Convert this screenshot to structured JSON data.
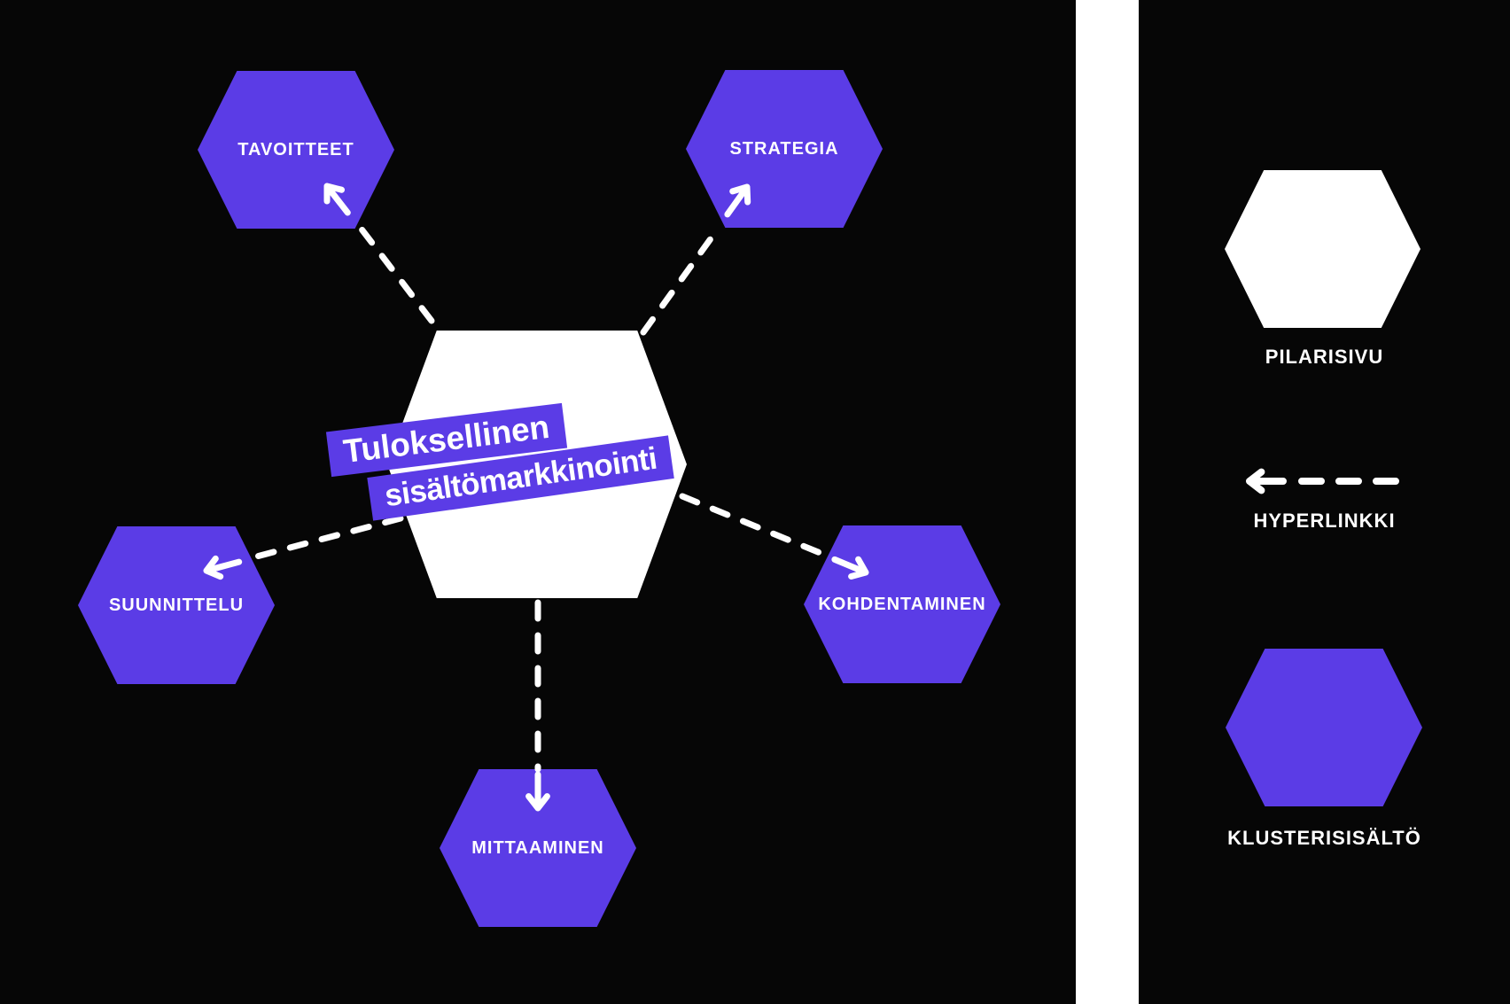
{
  "colors": {
    "accent": "#5b3ce6",
    "panel_background": "#060606",
    "hub_fill": "#ffffff",
    "connector": "#ffffff"
  },
  "diagram": {
    "hub": {
      "line1": "Tuloksellinen",
      "line2": "sisältömarkkinointi"
    },
    "nodes": [
      {
        "id": "tavoitteet",
        "label": "TAVOITTEET"
      },
      {
        "id": "strategia",
        "label": "STRATEGIA"
      },
      {
        "id": "suunnittelu",
        "label": "SUUNNITTELU"
      },
      {
        "id": "kohdentaminen",
        "label": "KOHDENTAMINEN"
      },
      {
        "id": "mittaaminen",
        "label": "MITTAAMINEN"
      }
    ]
  },
  "legend": {
    "items": [
      {
        "icon": "pillar-page-hexagon-icon",
        "label": "PILARISIVU"
      },
      {
        "icon": "hyperlink-dashed-arrow-icon",
        "label": "HYPERLINKKI"
      },
      {
        "icon": "cluster-content-hexagon-icon",
        "label": "KLUSTERISISÄLTÖ"
      }
    ]
  }
}
